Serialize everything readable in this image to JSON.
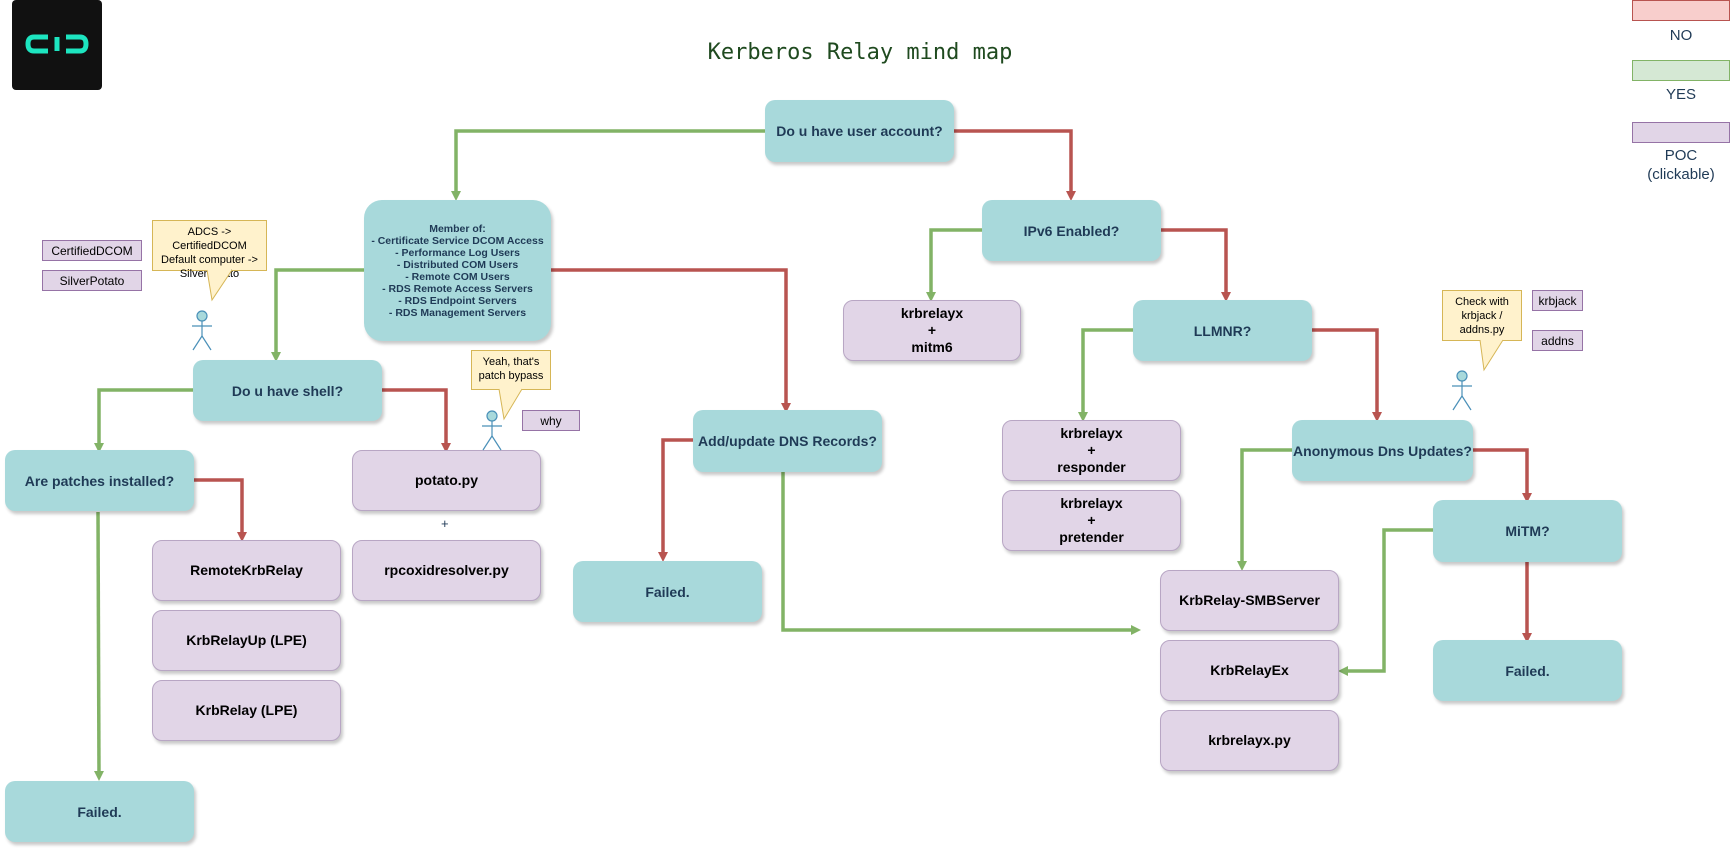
{
  "title": "Kerberos Relay mind map",
  "logo": {
    "icon": "cic-logo-icon",
    "color": "#1de5c0",
    "background": "#111111"
  },
  "colors": {
    "yes": "#82b366",
    "no": "#b85450",
    "question": "#a8d9db",
    "poc": "#e1d5e7",
    "note": "#fff2cc"
  },
  "legend": {
    "no": "NO",
    "yes": "YES",
    "poc_line1": "POC",
    "poc_line2": "(clickable)"
  },
  "questions": {
    "user_account": "Do u have user account?",
    "ipv6": "IPv6 Enabled?",
    "llmnr": "LLMNR?",
    "anon_dns": "Anonymous Dns Updates?",
    "mitm": "MiTM?",
    "shell": "Do u have shell?",
    "patches": "Are patches installed?",
    "dns_records": "Add/update DNS Records?"
  },
  "member_of": {
    "heading": "Member of:",
    "groups": [
      "- Certificate Service DCOM Access",
      "- Performance Log Users",
      "- Distributed COM Users",
      "- Remote COM Users",
      "- RDS Remote Access Servers",
      "- RDS Endpoint Servers",
      "- RDS Management Servers"
    ]
  },
  "poc": {
    "krbrelayx_mitm6": [
      "krbrelayx",
      "+",
      "mitm6"
    ],
    "krbrelayx_responder": [
      "krbrelayx",
      "+",
      "responder"
    ],
    "krbrelayx_pretender": [
      "krbrelayx",
      "+",
      "pretender"
    ],
    "krbrelay_smbserver": "KrbRelay-SMBServer",
    "krbrelayex": "KrbRelayEx",
    "krbrelayx_py": "krbrelayx.py",
    "potato_py": "potato.py",
    "plus": "+",
    "rpcoxidresolver": "rpcoxidresolver.py",
    "remotekrbrelay": "RemoteKrbRelay",
    "krbrelayup": "KrbRelayUp (LPE)",
    "krbrelay_lpe": "KrbRelay (LPE)"
  },
  "failed": {
    "dns": "Failed.",
    "mitm": "Failed.",
    "patches": "Failed."
  },
  "tags": {
    "certifieddcom": "CertifiedDCOM",
    "silverpotato": "SilverPotato",
    "why": "why",
    "krbjack": "krbjack",
    "addns": "addns"
  },
  "notes": {
    "adcs": [
      "ADCS -> CertifiedDCOM",
      "Default computer ->",
      "SilverPotato"
    ],
    "patch_bypass": [
      "Yeah, that's",
      "patch bypass"
    ],
    "krbjack_check": [
      "Check with",
      "krbjack /",
      "addns.py"
    ]
  }
}
